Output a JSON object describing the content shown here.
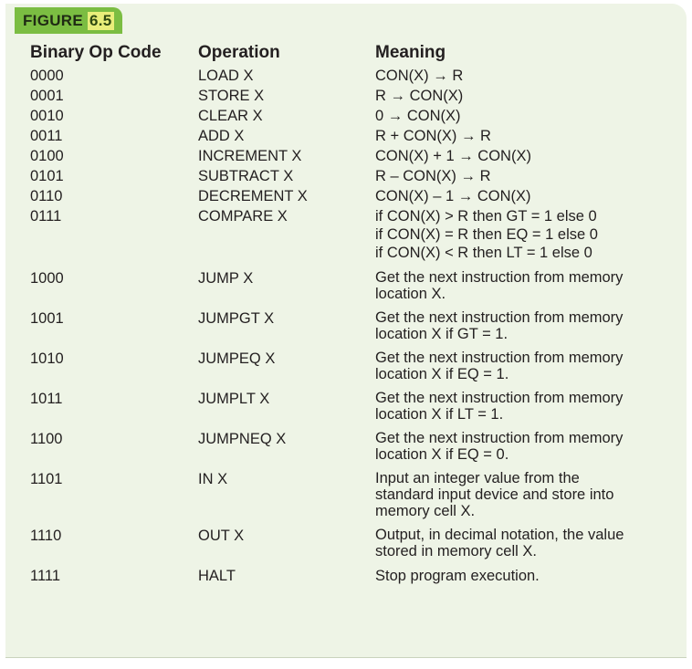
{
  "figure": {
    "label": "FIGURE",
    "number": "6.5"
  },
  "headers": {
    "opcode": "Binary Op Code",
    "operation": "Operation",
    "meaning": "Meaning"
  },
  "rows": [
    {
      "code": "0000",
      "op": "LOAD X",
      "meaning": [
        "CON(X) → R"
      ]
    },
    {
      "code": "0001",
      "op": "STORE X",
      "meaning": [
        "R → CON(X)"
      ]
    },
    {
      "code": "0010",
      "op": "CLEAR X",
      "meaning": [
        "0 → CON(X)"
      ]
    },
    {
      "code": "0011",
      "op": "ADD X",
      "meaning": [
        "R + CON(X) → R"
      ]
    },
    {
      "code": "0100",
      "op": "INCREMENT X",
      "meaning": [
        "CON(X) + 1 → CON(X)"
      ]
    },
    {
      "code": "0101",
      "op": "SUBTRACT X",
      "meaning": [
        "R – CON(X) → R"
      ]
    },
    {
      "code": "0110",
      "op": "DECREMENT X",
      "meaning": [
        "CON(X) – 1 → CON(X)"
      ]
    },
    {
      "code": "0111",
      "op": "COMPARE X",
      "meaning": [
        "if CON(X) > R then GT = 1 else 0",
        "if CON(X) = R then EQ = 1 else 0",
        "if CON(X) < R then LT = 1 else 0"
      ]
    },
    {
      "code": "1000",
      "op": "JUMP X",
      "meaning": [
        "Get the next instruction from memory",
        "location X."
      ]
    },
    {
      "code": "1001",
      "op": "JUMPGT X",
      "meaning": [
        "Get the next instruction from memory",
        "location X if GT = 1."
      ]
    },
    {
      "code": "1010",
      "op": "JUMPEQ X",
      "meaning": [
        "Get the next instruction from memory",
        "location X if EQ = 1."
      ]
    },
    {
      "code": "1011",
      "op": "JUMPLT X",
      "meaning": [
        "Get the next instruction from memory",
        "location X if LT = 1."
      ]
    },
    {
      "code": "1100",
      "op": "JUMPNEQ X",
      "meaning": [
        "Get the next instruction from memory",
        "location X if EQ = 0."
      ]
    },
    {
      "code": "1101",
      "op": "IN X",
      "meaning": [
        "Input an integer value from the",
        "standard input device and store into",
        "memory cell X."
      ]
    },
    {
      "code": "1110",
      "op": "OUT X",
      "meaning": [
        "Output, in decimal notation, the value",
        "stored in memory cell X."
      ]
    },
    {
      "code": "1111",
      "op": "HALT",
      "meaning": [
        "Stop program execution."
      ]
    }
  ]
}
